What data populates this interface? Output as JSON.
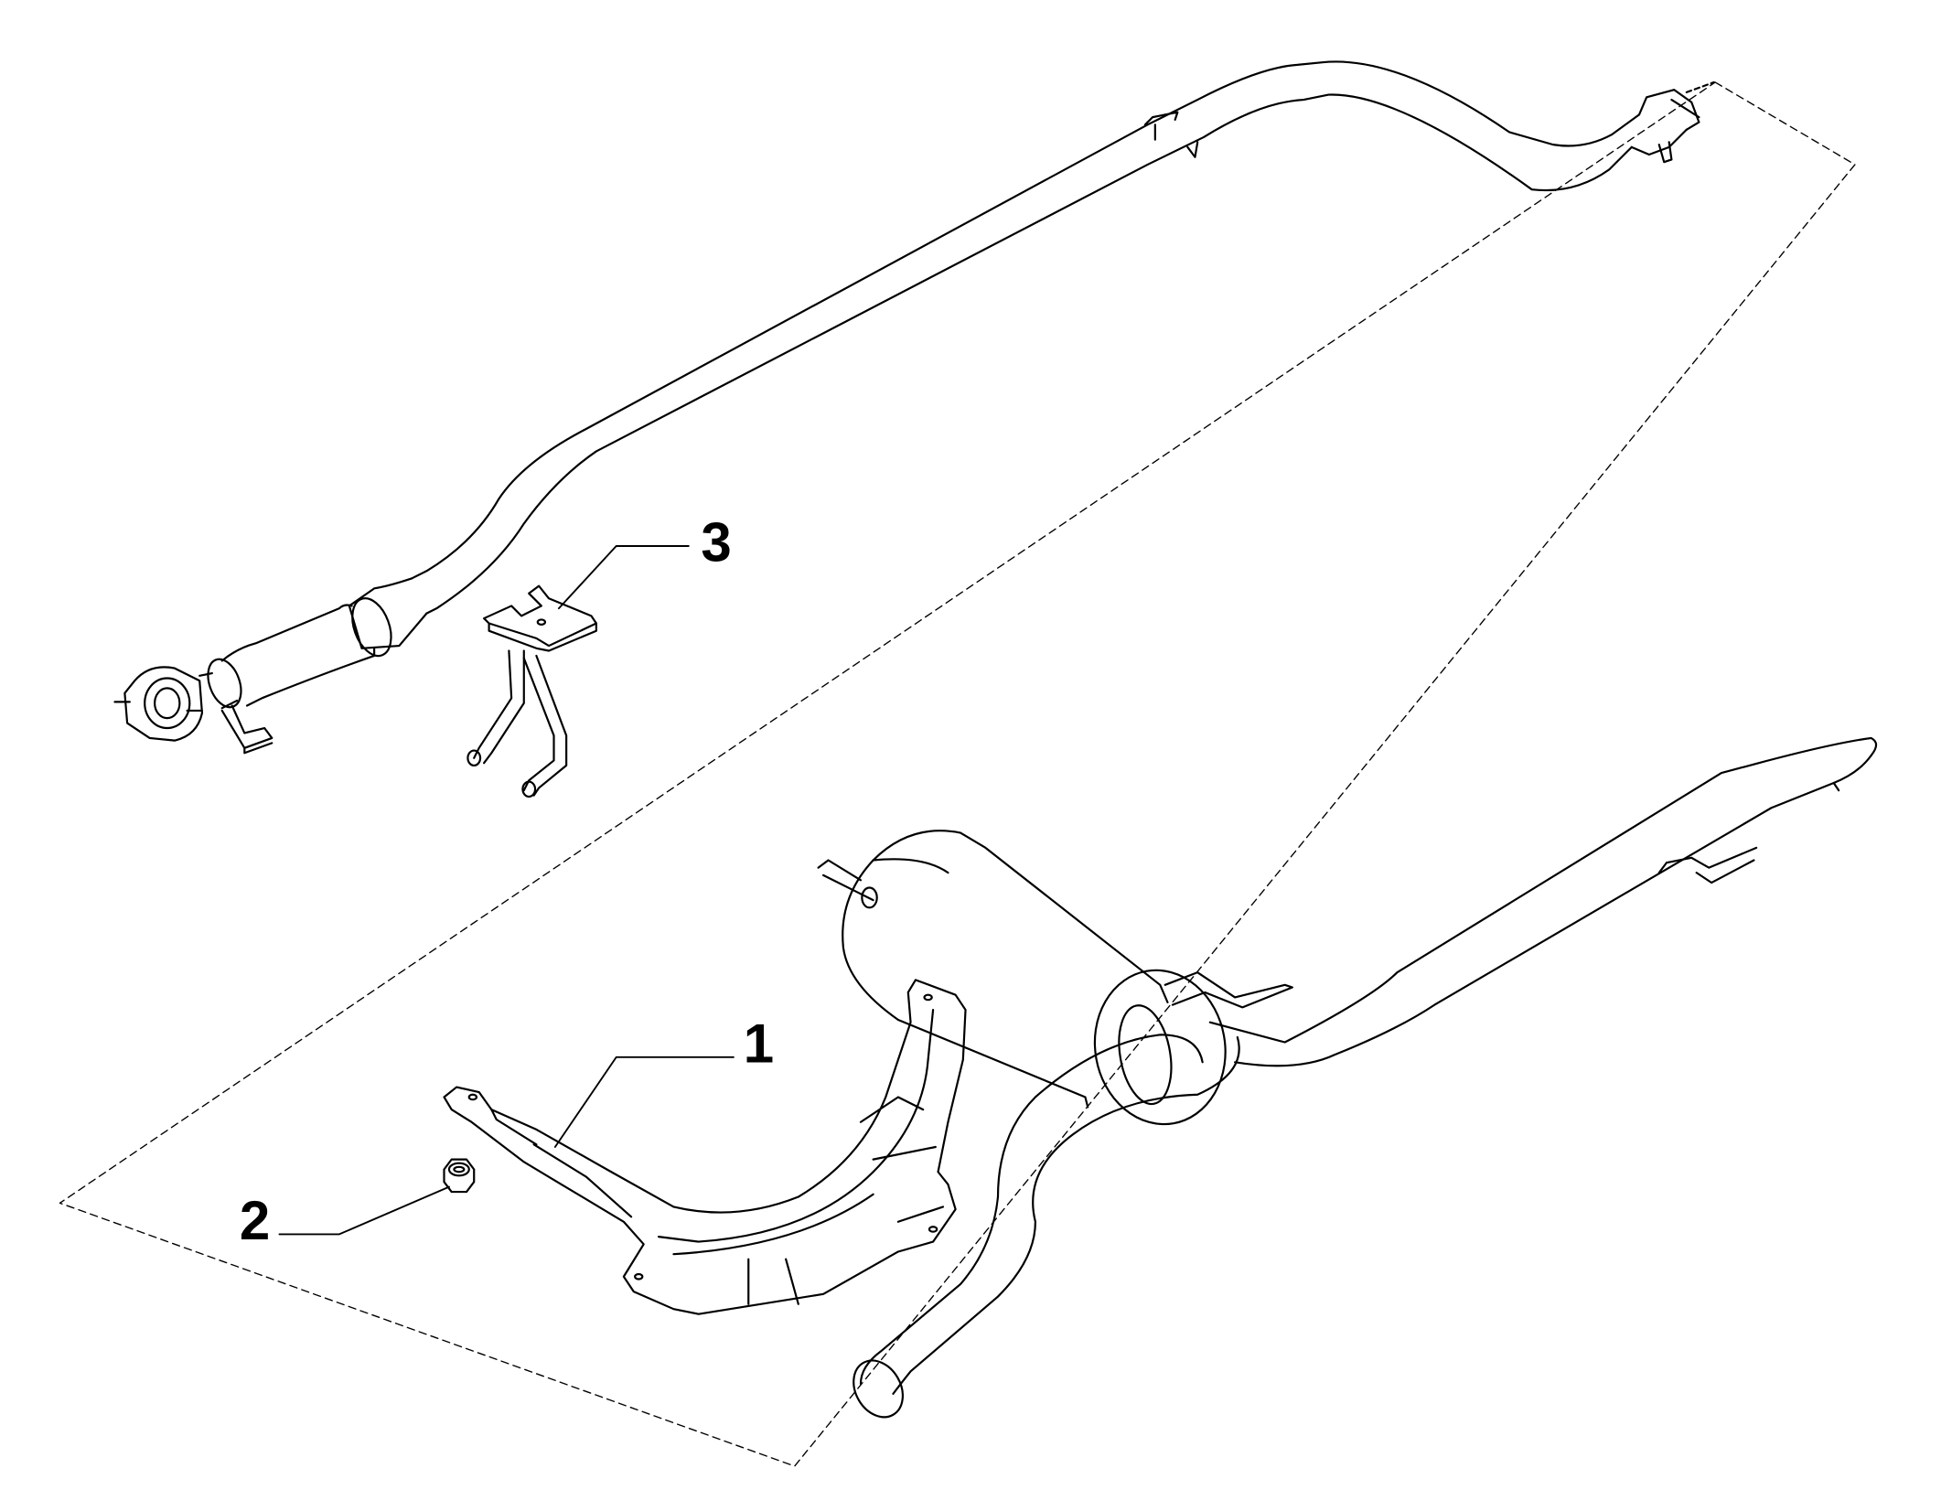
{
  "diagram": {
    "colors": {
      "line": "#000000",
      "background": "#ffffff"
    },
    "callouts": [
      {
        "id": "1",
        "label": "1"
      },
      {
        "id": "2",
        "label": "2"
      },
      {
        "id": "3",
        "label": "3"
      }
    ]
  }
}
